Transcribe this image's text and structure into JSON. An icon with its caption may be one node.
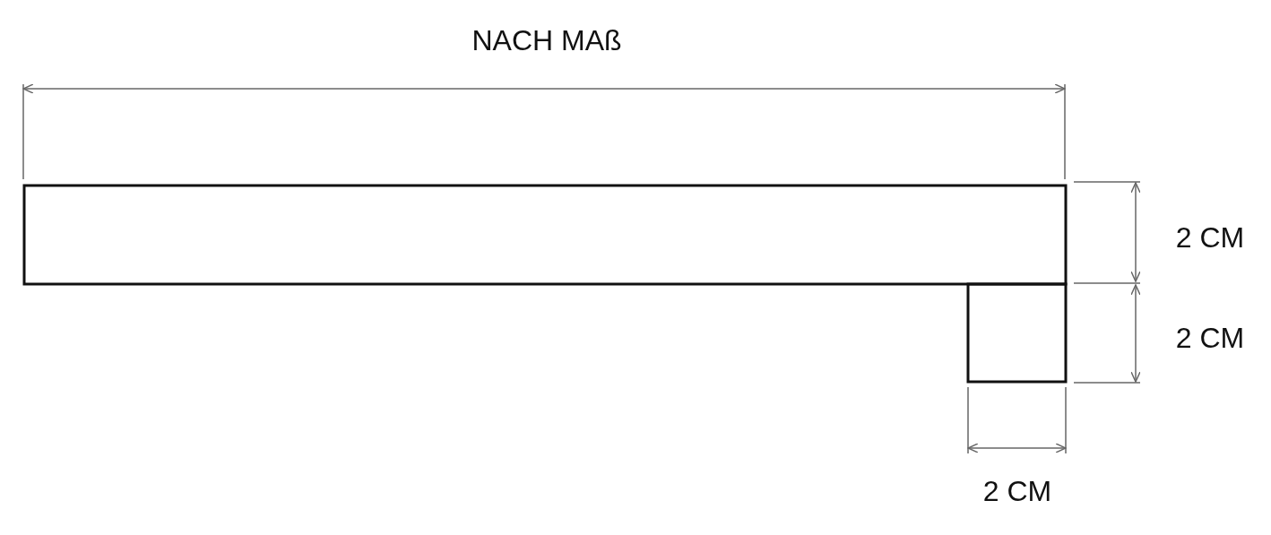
{
  "diagram": {
    "labels": [
      "NACH MAß",
      "2 CM",
      "2 CM",
      "2 CM"
    ]
  }
}
